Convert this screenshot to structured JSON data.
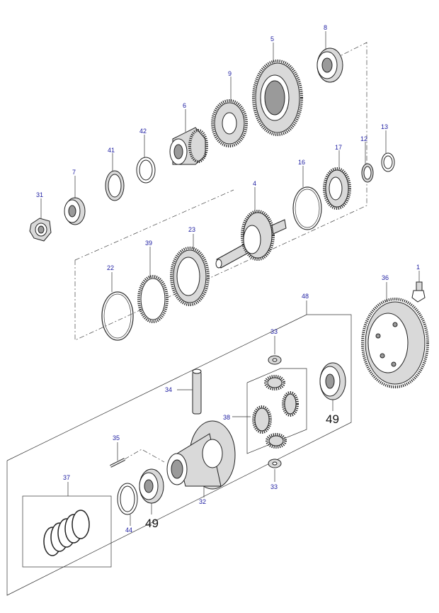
{
  "labels": {
    "p1": "1",
    "p4": "4",
    "p5": "5",
    "p6": "6",
    "p7": "7",
    "p8": "8",
    "p9": "9",
    "p12": "12",
    "p13": "13",
    "p16": "16",
    "p17": "17",
    "p22": "22",
    "p23": "23",
    "p31": "31",
    "p32": "32",
    "p33a": "33",
    "p33b": "33",
    "p34": "34",
    "p35": "35",
    "p36": "36",
    "p37": "37",
    "p38": "38",
    "p39": "39",
    "p41": "41",
    "p42": "42",
    "p44": "44",
    "p48": "48",
    "p49a": "49",
    "p49b": "49"
  }
}
